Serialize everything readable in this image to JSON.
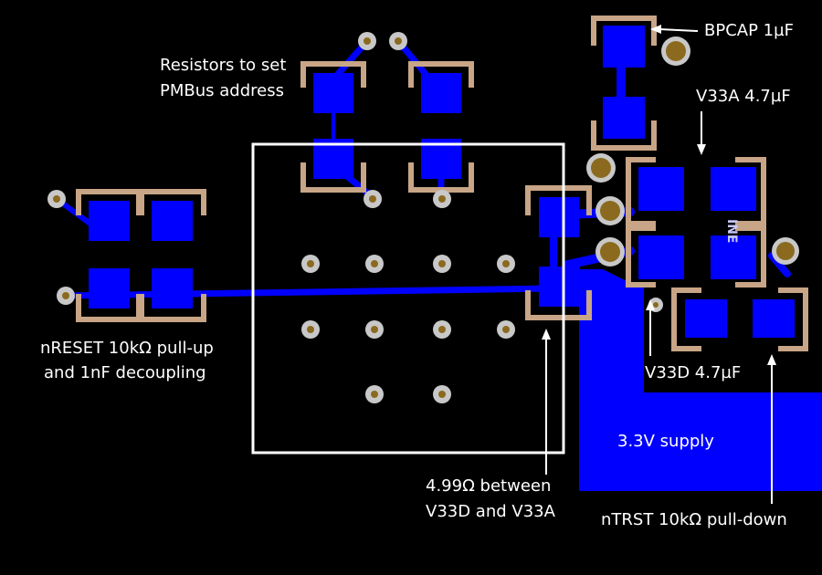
{
  "labels": {
    "pmbus_line1": "Resistors to set",
    "pmbus_line2": "PMBus address",
    "nreset_line1": "nRESET 10kΩ pull-up",
    "nreset_line2": "and 1nF decoupling",
    "bpcap": "BPCAP 1µF",
    "v33a": "V33A 4.7µF",
    "v33d": "V33D 4.7µF",
    "supply": "3.3V supply",
    "r499_line1": "4.99Ω between",
    "r499_line2": "V33D and V33A",
    "ntrst": "nTRST 10kΩ pull-down"
  },
  "colors": {
    "background": "#000000",
    "copper": "#0000ff",
    "silkscreen": "#c8a586",
    "via_ring": "#c8c8c8",
    "via_hole": "#8b6a1f",
    "annotation": "#ffffff"
  }
}
